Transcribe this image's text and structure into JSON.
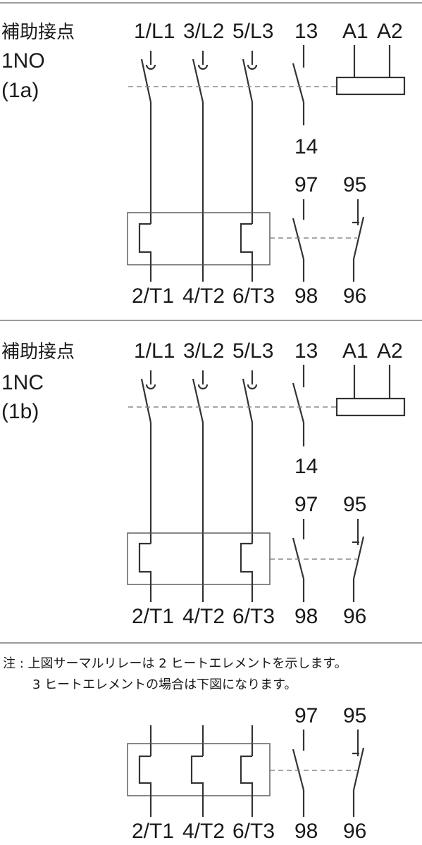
{
  "panel_a": {
    "title": "補助接点",
    "contact_type": "1NO",
    "code": "(1a)",
    "top_terminals": [
      "1/L1",
      "3/L2",
      "5/L3"
    ],
    "aux_top": "13",
    "aux_bottom": "14",
    "coil_terminals": [
      "A1",
      "A2"
    ],
    "relay_aux": [
      "97",
      "95"
    ],
    "bottom_terminals": [
      "2/T1",
      "4/T2",
      "6/T3"
    ],
    "relay_aux_bottom": [
      "98",
      "96"
    ]
  },
  "panel_b": {
    "title": "補助接点",
    "contact_type": "1NC",
    "code": "(1b)",
    "top_terminals": [
      "1/L1",
      "3/L2",
      "5/L3"
    ],
    "aux_top": "13",
    "aux_bottom": "14",
    "coil_terminals": [
      "A1",
      "A2"
    ],
    "relay_aux": [
      "97",
      "95"
    ],
    "bottom_terminals": [
      "2/T1",
      "4/T2",
      "6/T3"
    ],
    "relay_aux_bottom": [
      "98",
      "96"
    ]
  },
  "note": {
    "line1": "注 : 上図サーマルリレーは 2 ヒートエレメントを示します。",
    "line2": "3 ヒートエレメントの場合は下図になります。"
  },
  "panel_c": {
    "relay_aux": [
      "97",
      "95"
    ],
    "bottom_terminals": [
      "2/T1",
      "4/T2",
      "6/T3"
    ],
    "relay_aux_bottom": [
      "98",
      "96"
    ]
  }
}
